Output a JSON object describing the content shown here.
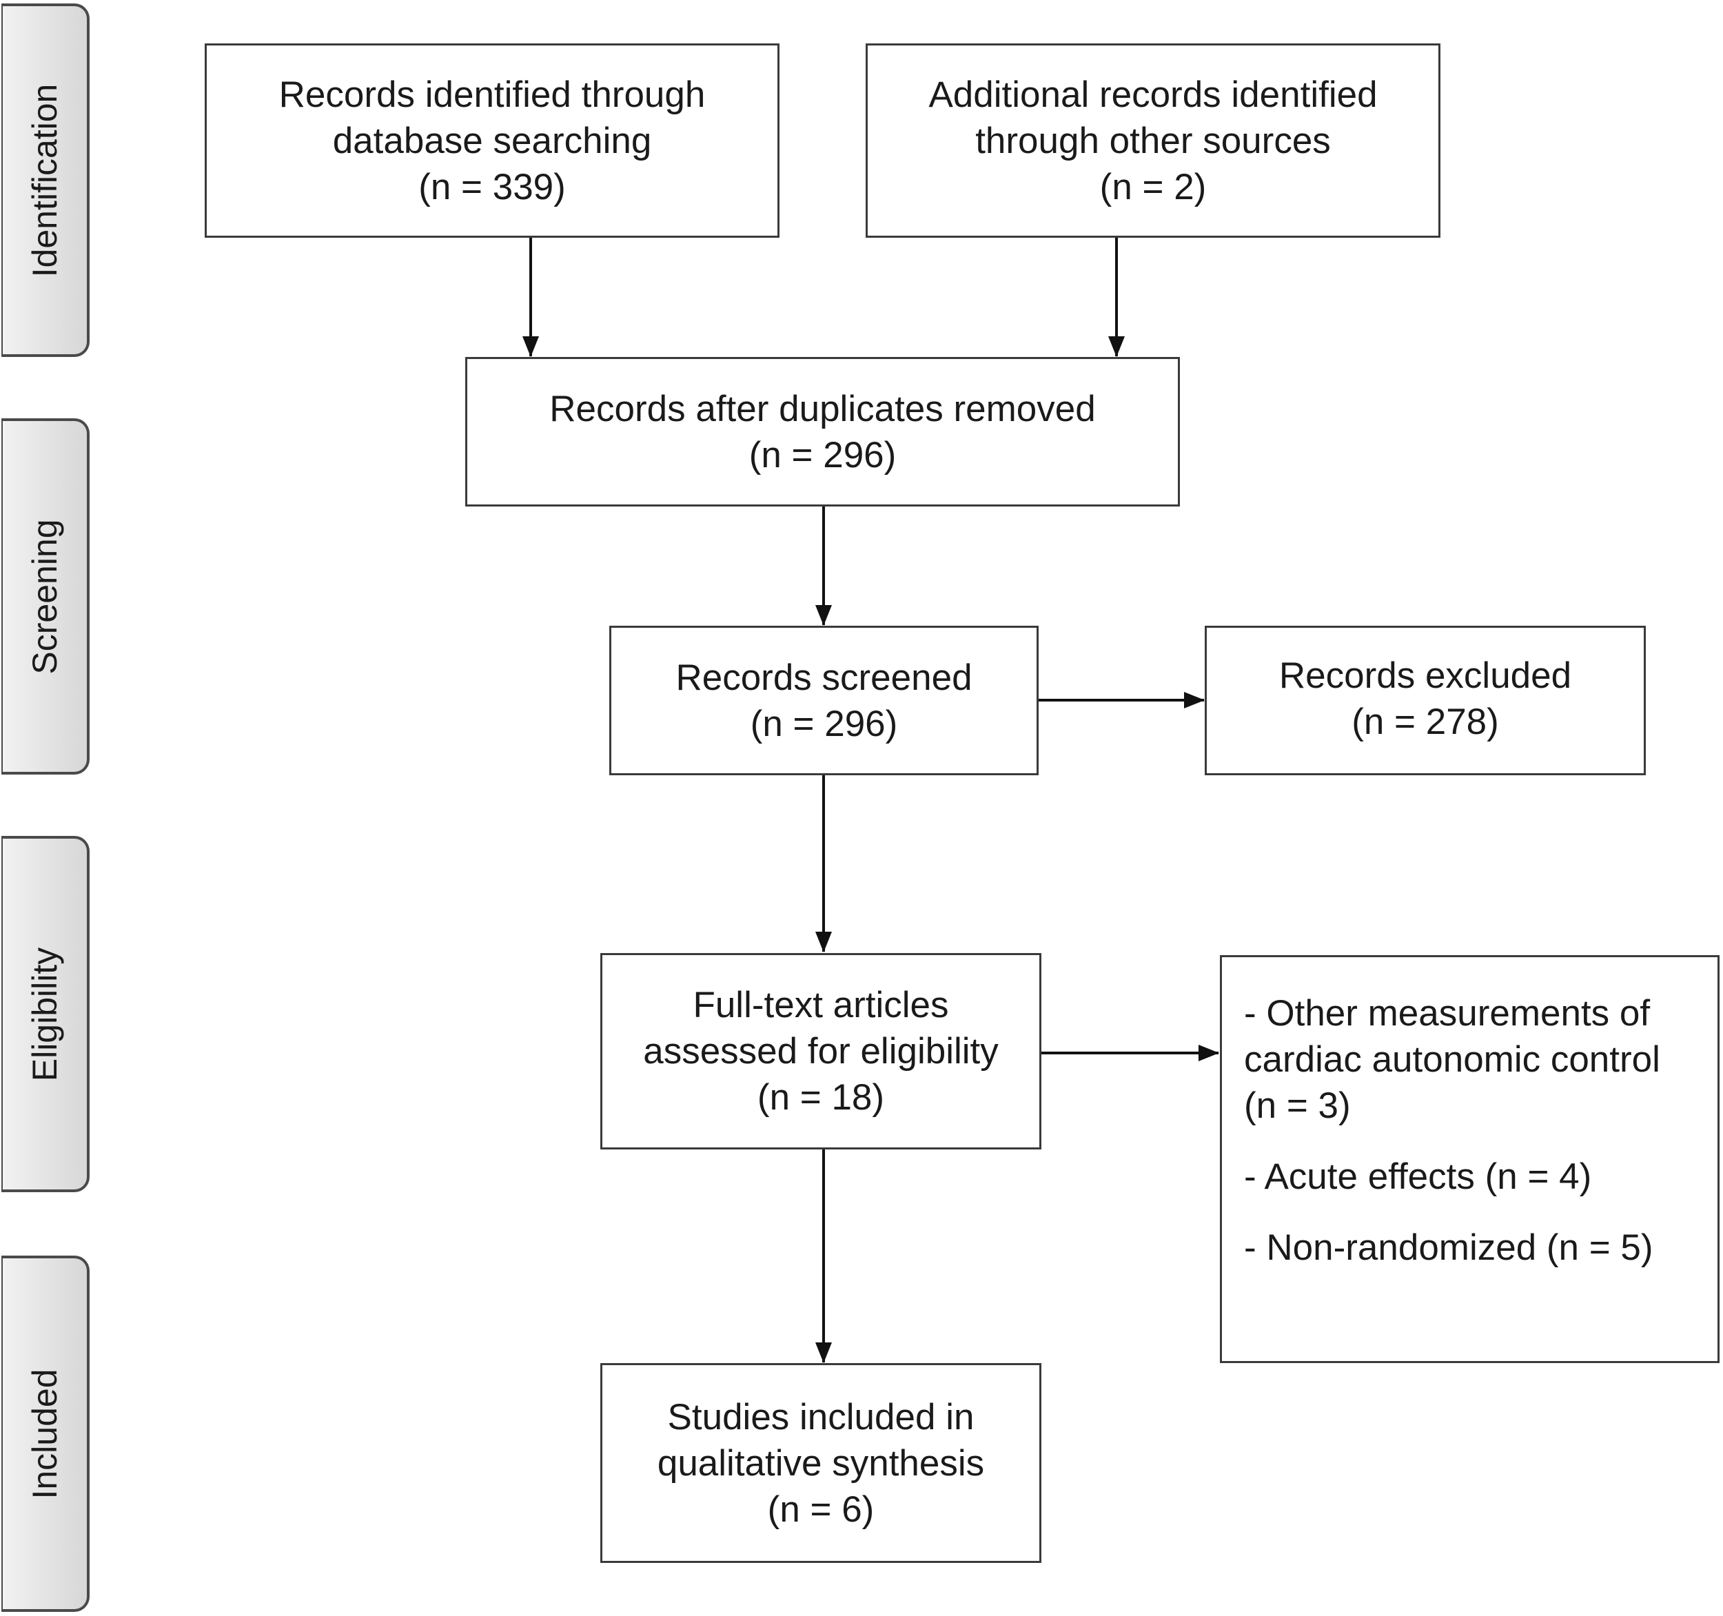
{
  "stages": [
    "Identification",
    "Screening",
    "Eligibility",
    "Included"
  ],
  "boxes": {
    "database": [
      "Records identified through",
      "database searching",
      "(n = 339)"
    ],
    "other_sources": [
      "Additional records identified",
      "through other sources",
      "(n = 2)"
    ],
    "duplicates_removed": [
      "Records after duplicates removed",
      "(n = 296)"
    ],
    "screened": [
      "Records screened",
      "(n = 296)"
    ],
    "excluded": [
      "Records excluded",
      "(n = 278)"
    ],
    "full_text": [
      "Full-text articles",
      "assessed for eligibility",
      "(n = 18)"
    ],
    "included": [
      "Studies included in",
      "qualitative synthesis",
      "(n = 6)"
    ]
  },
  "exclusion_reasons": [
    [
      "- Other measurements of",
      "cardiac autonomic control",
      "(n = 3)"
    ],
    [
      "- Acute effects (n = 4)"
    ],
    [
      "- Non-randomized (n = 5)"
    ]
  ]
}
